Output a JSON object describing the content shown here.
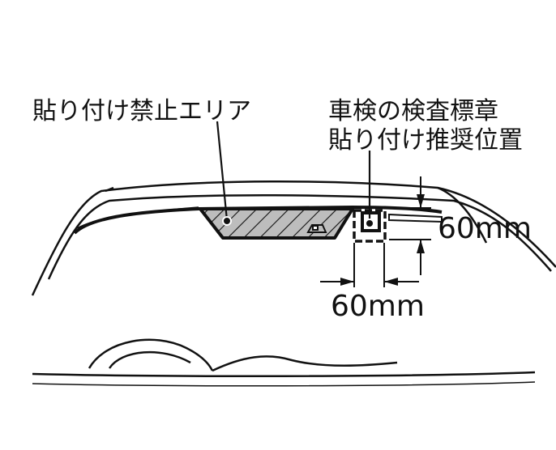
{
  "labels": {
    "no_stick_area": "貼り付け禁止エリア",
    "inspection_sticker_line1": "車検の検査標章",
    "inspection_sticker_line2": "貼り付け推奨位置",
    "dim_vertical": "60mm",
    "dim_horizontal": "60mm"
  },
  "colors": {
    "hatch_fill": "#bdbdbd",
    "line": "#111111"
  }
}
